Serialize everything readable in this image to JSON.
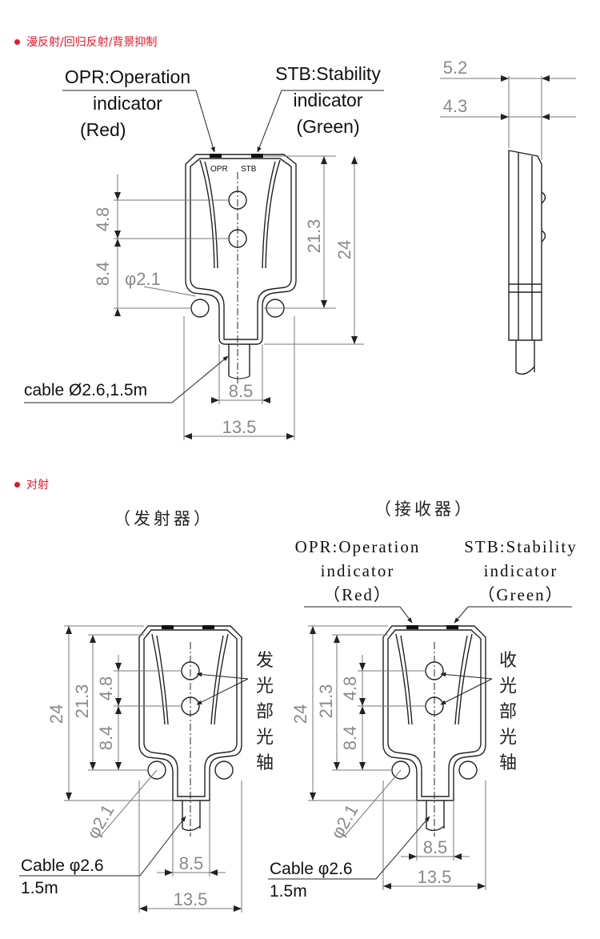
{
  "sections": {
    "diffuse": {
      "title": "漫反射/回归反射/背景抑制"
    },
    "through": {
      "title": "对射"
    }
  },
  "top_diagram": {
    "opr_label": [
      "OPR:Operation",
      "indicator",
      "(Red)"
    ],
    "stb_label": [
      "STB:Stability",
      "indicator",
      "(Green)"
    ],
    "opr_small": "OPR",
    "stb_small": "STB",
    "cable_label": "cable Ø2.6,1.5m",
    "dims": {
      "d_5_2": "5.2",
      "d_4_3": "4.3",
      "d_4_8": "4.8",
      "d_8_4": "8.4",
      "d_phi_2_1": "φ2.1",
      "d_21_3": "21.3",
      "d_24": "24",
      "d_8_5": "8.5",
      "d_13_5": "13.5"
    }
  },
  "emitter": {
    "heading": "（发射器）",
    "axis_label": "发光部光轴",
    "cable_label": [
      "Cable  φ2.6",
      "1.5m"
    ],
    "dims": {
      "d_24": "24",
      "d_21_3": "21.3",
      "d_4_8": "4.8",
      "d_8_4": "8.4",
      "d_phi_2_1": "φ2.1",
      "d_8_5": "8.5",
      "d_13_5": "13.5"
    }
  },
  "receiver": {
    "heading": "（接收器）",
    "opr_label": [
      "OPR:Operation",
      "indicator",
      "（Red）"
    ],
    "stb_label": [
      "STB:Stability",
      "indicator",
      "（Green）"
    ],
    "axis_label": "收光部光轴",
    "cable_label": [
      "Cable φ2.6",
      "1.5m"
    ],
    "dims": {
      "d_24": "24",
      "d_21_3": "21.3",
      "d_4_8": "4.8",
      "d_8_4": "8.4",
      "d_phi_2_1": "φ2.1",
      "d_8_5": "8.5",
      "d_13_5": "13.5"
    }
  }
}
